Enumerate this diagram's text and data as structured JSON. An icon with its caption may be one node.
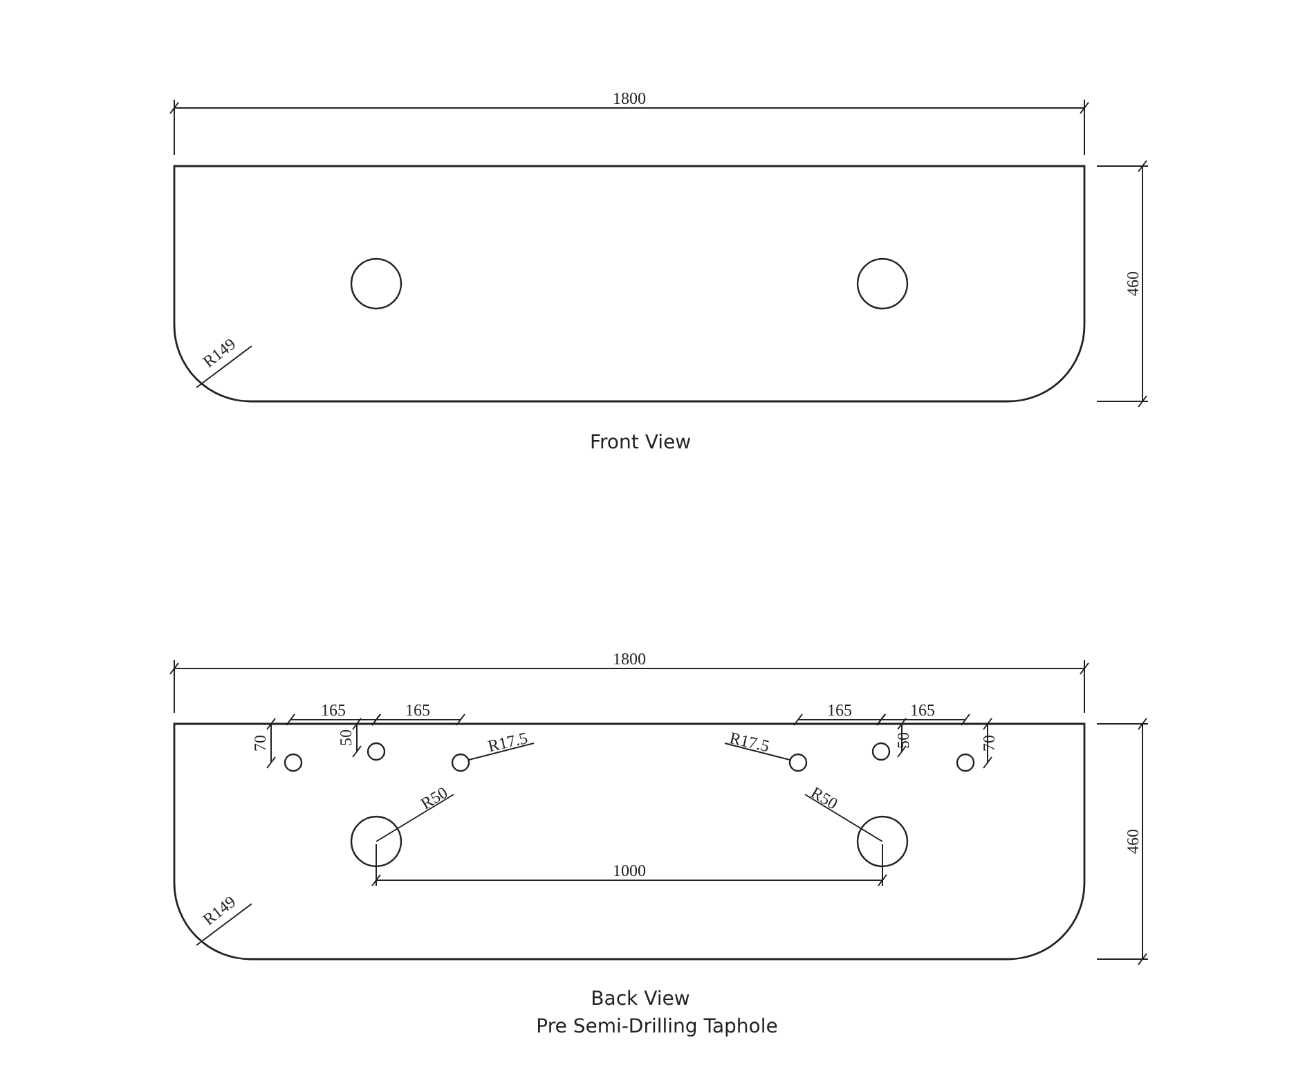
{
  "diagram": {
    "labels": [
      "1800",
      "460",
      "R149",
      "Front View",
      "1800",
      "165",
      "165",
      "165",
      "165",
      "70",
      "50",
      "R17.5",
      "R17.5",
      "50",
      "70",
      "R50",
      "R50",
      "460",
      "1000",
      "R149",
      "Back View",
      "Pre Semi-Drilling Taphole"
    ]
  }
}
